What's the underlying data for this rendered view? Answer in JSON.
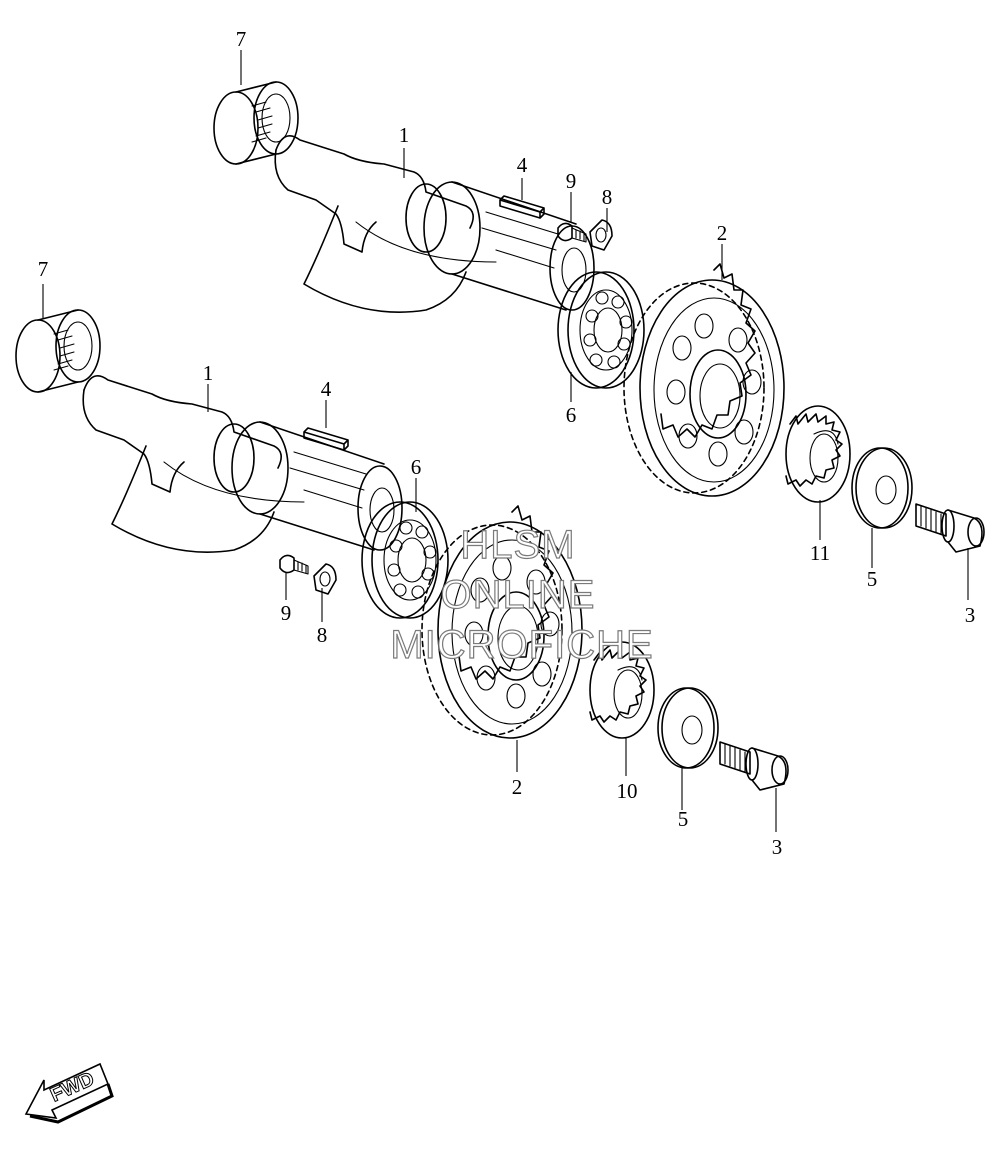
{
  "callouts": {
    "shaft_upper": "1",
    "shaft_lower": "1",
    "gear_upper": "2",
    "gear_lower": "2",
    "bolt_upper": "3",
    "bolt_lower": "3",
    "key_upper": "4",
    "key_lower": "4",
    "washer_upper": "5",
    "washer_lower": "5",
    "bearing_upper": "6",
    "bearing_lower": "6",
    "needle_bearing_upper": "7",
    "needle_bearing_lower": "7",
    "plate_upper": "8",
    "plate_lower": "8",
    "screw_upper": "9",
    "screw_lower": "9",
    "drive_gear_lower": "10",
    "drive_gear_upper": "11"
  },
  "watermark": {
    "line1": "HLSM",
    "line2": "ONLINE",
    "line3": "MICROFICHE"
  },
  "fwd_label": "FWD"
}
